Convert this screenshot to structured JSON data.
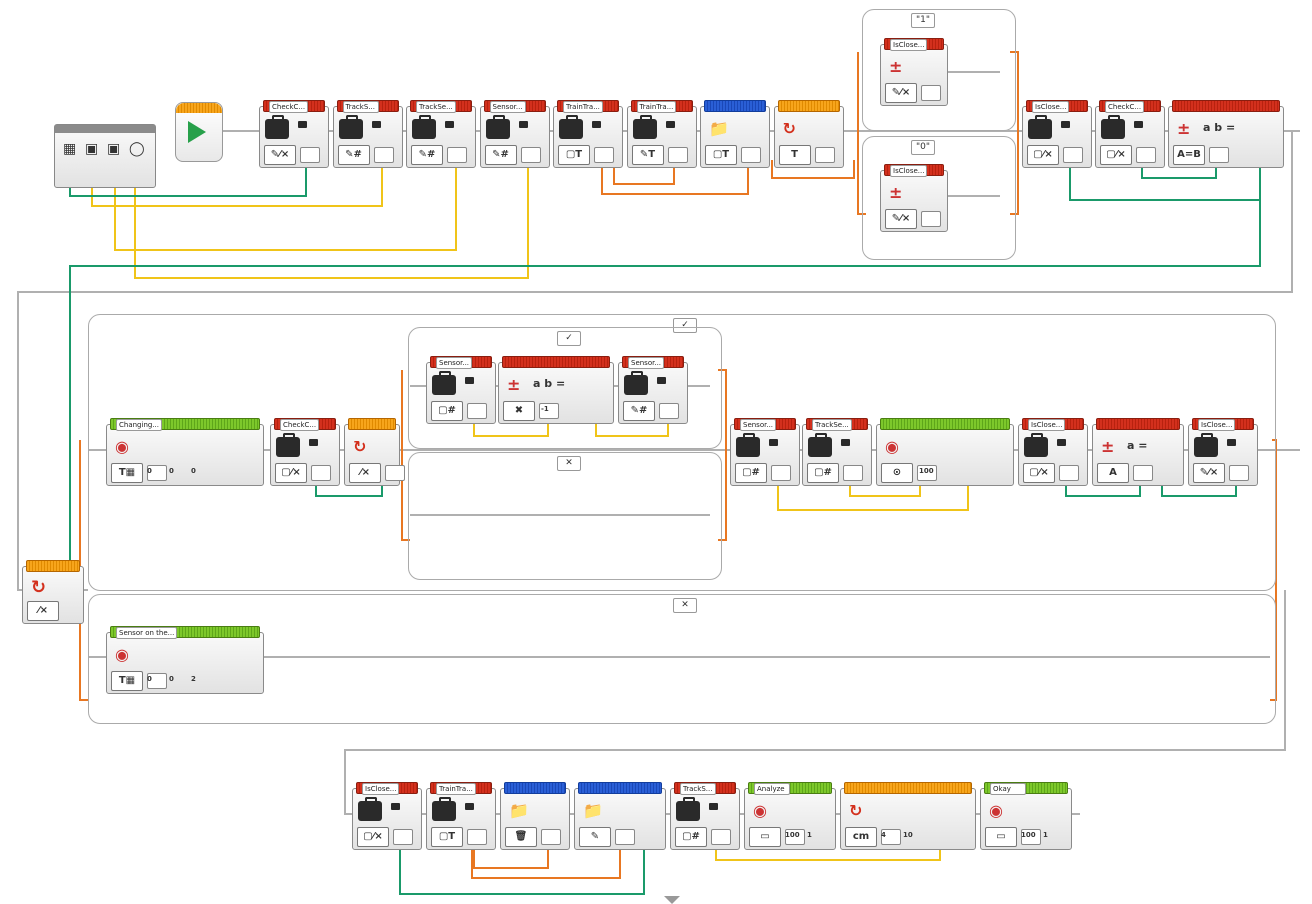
{
  "colors": {
    "wire_green": "#1a9a6a",
    "wire_yellow": "#f0c419",
    "wire_orange": "#e87722",
    "sequence_line": "#b0b0b0",
    "block_red": "#d3301d",
    "block_blue": "#2a5fd6",
    "block_green": "#7dc82b",
    "block_orange": "#f7a51c"
  },
  "row1": {
    "blocks": [
      {
        "label": "CheckC...",
        "mode": "✎⁄×",
        "color": "red",
        "icon": "case-icon"
      },
      {
        "label": "TrackS...",
        "mode": "✎#",
        "color": "red",
        "icon": "case-icon"
      },
      {
        "label": "TrackSe...",
        "mode": "✎#",
        "color": "red",
        "icon": "case-icon"
      },
      {
        "label": "Sensor...",
        "mode": "✎#",
        "color": "red",
        "icon": "case-icon"
      },
      {
        "label": "TrainTra...",
        "mode": "▢T",
        "color": "red",
        "icon": "lock-case-icon"
      },
      {
        "label": "TrainTra...",
        "mode": "✎T",
        "color": "red",
        "icon": "case-icon"
      },
      {
        "label": "",
        "mode": "▢T",
        "color": "blue",
        "icon": "file-icon"
      },
      {
        "label": "",
        "mode": "T",
        "color": "orange",
        "icon": "switch-icon"
      }
    ],
    "switch_cases": [
      {
        "label": "\"1\""
      },
      {
        "label": "\"0\""
      }
    ],
    "case_blocks": [
      {
        "label": "IsClose...",
        "mode": "✎⁄×"
      },
      {
        "label": "IsClose...",
        "mode": "✎⁄×"
      }
    ],
    "after_blocks": [
      {
        "label": "IsClose...",
        "mode": "▢⁄×",
        "color": "red"
      },
      {
        "label": "CheckC...",
        "mode": "▢⁄×",
        "color": "red"
      },
      {
        "label": "",
        "mode": "A=B",
        "color": "red",
        "text": "a  b  ="
      }
    ]
  },
  "row2": {
    "loop_blocks": [
      {
        "label": "Changing...",
        "color": "green",
        "mode": "T▦",
        "values": [
          "0",
          "0",
          "0"
        ]
      },
      {
        "label": "CheckC...",
        "color": "red",
        "mode": "▢⁄×"
      },
      {
        "label": "",
        "color": "orange",
        "mode": "⁄×"
      }
    ],
    "inner_true_blocks": [
      {
        "label": "Sensor...",
        "color": "red",
        "mode": "▢#"
      },
      {
        "label": "",
        "color": "red",
        "mode": "✖",
        "text": "a  b  =",
        "value": "-1"
      },
      {
        "label": "Sensor...",
        "color": "red",
        "mode": "✎#"
      }
    ],
    "after_blocks": [
      {
        "label": "Sensor...",
        "color": "red",
        "mode": "▢#"
      },
      {
        "label": "TrackSe...",
        "color": "red",
        "mode": "▢#"
      },
      {
        "label": "",
        "color": "green",
        "mode": "⊙",
        "value": "100"
      },
      {
        "label": "IsClose...",
        "color": "red",
        "mode": "▢⁄×"
      },
      {
        "label": "",
        "color": "red",
        "mode": "A",
        "text": "a  ="
      },
      {
        "label": "IsClose...",
        "color": "red",
        "mode": "✎⁄×"
      }
    ],
    "false_block": {
      "label": "Sensor on the...",
      "color": "green",
      "mode": "T▦",
      "values": [
        "0",
        "0",
        "2"
      ]
    }
  },
  "row3": {
    "blocks": [
      {
        "label": "IsClose...",
        "color": "red",
        "mode": "▢⁄×"
      },
      {
        "label": "TrainTra...",
        "color": "red",
        "mode": "▢T"
      },
      {
        "label": "",
        "color": "blue",
        "mode": "🗑"
      },
      {
        "label": "",
        "color": "blue",
        "mode": "✎"
      },
      {
        "label": "TrackS...",
        "color": "red",
        "mode": "▢#"
      },
      {
        "label": "Analyze",
        "color": "green",
        "mode": "▭",
        "values": [
          "100",
          "1"
        ]
      },
      {
        "label": "",
        "color": "orange",
        "mode": "cm",
        "values": [
          "4",
          "10"
        ]
      },
      {
        "label": "Okay",
        "color": "green",
        "mode": "▭",
        "values": [
          "100",
          "1"
        ]
      }
    ]
  }
}
